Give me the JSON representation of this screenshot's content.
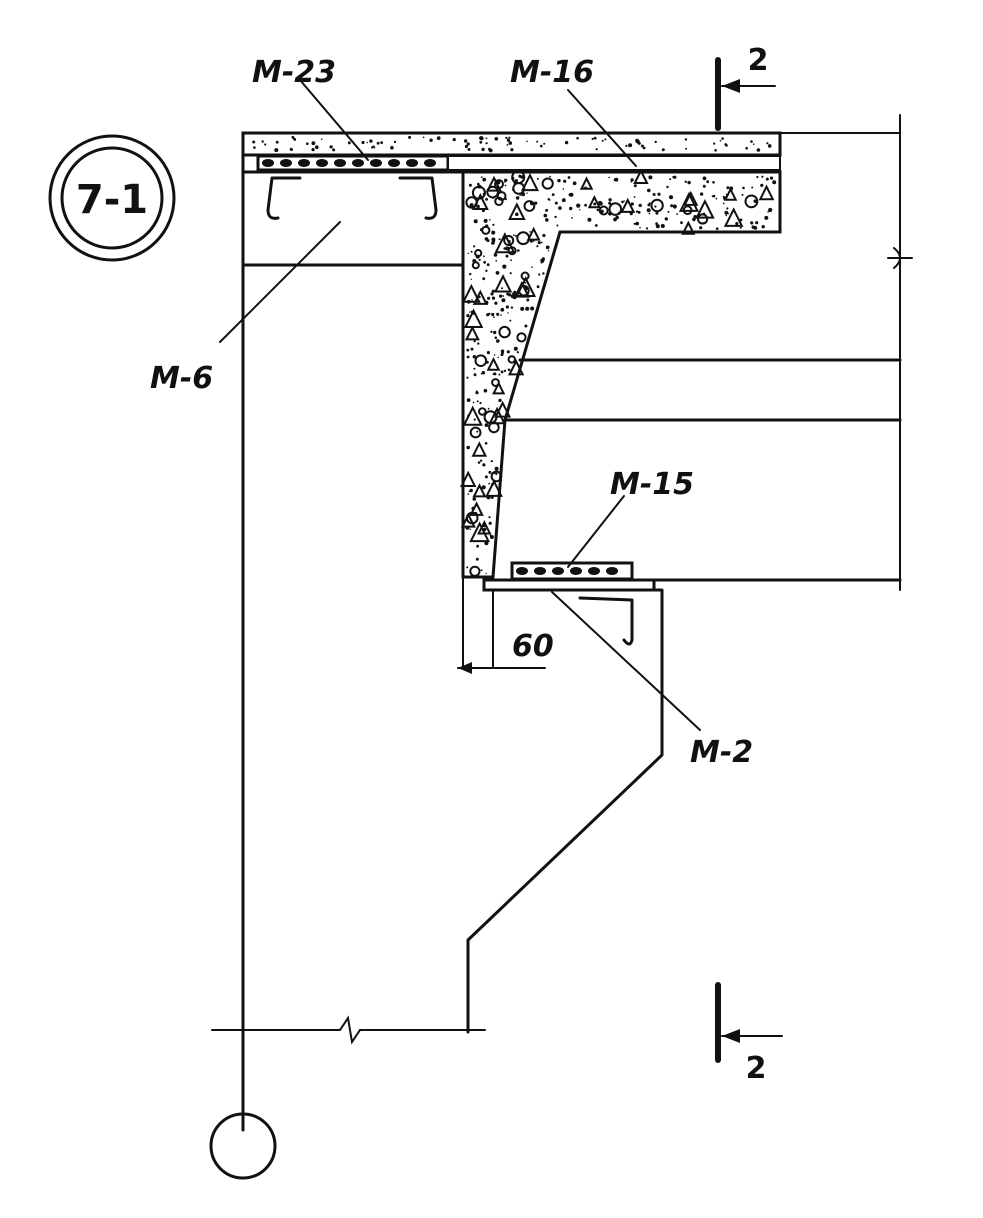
{
  "node_label": "7-1",
  "section_mark": "2",
  "dimension": "60",
  "callouts": {
    "m23": "M-23",
    "m16": "M-16",
    "m6": "M-6",
    "m15": "M-15",
    "m2": "M-2"
  }
}
